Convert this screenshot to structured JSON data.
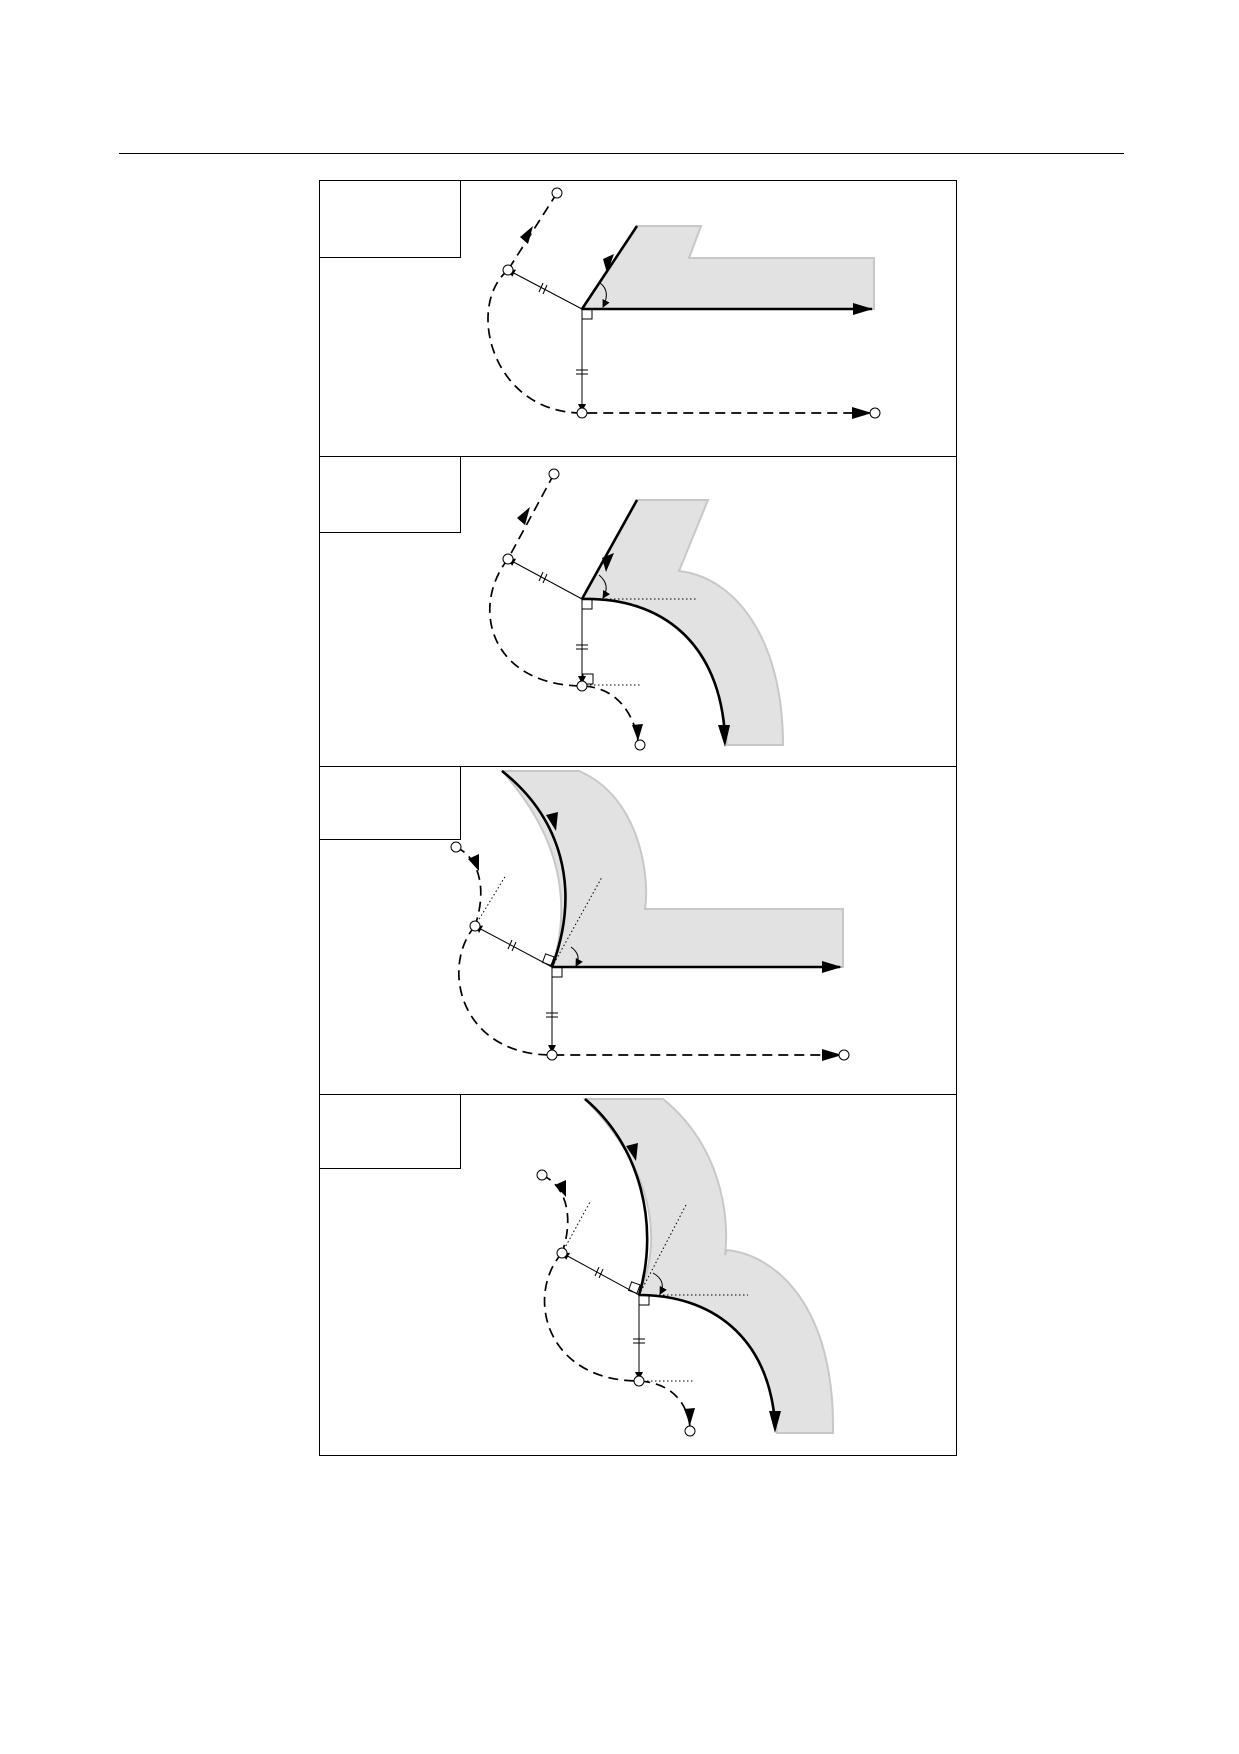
{
  "figure": {
    "panels": [
      {
        "label": "",
        "kind": "line-to-line"
      },
      {
        "label": "",
        "kind": "line-to-arc"
      },
      {
        "label": "",
        "kind": "arc-to-line"
      },
      {
        "label": "",
        "kind": "arc-to-arc"
      }
    ]
  }
}
